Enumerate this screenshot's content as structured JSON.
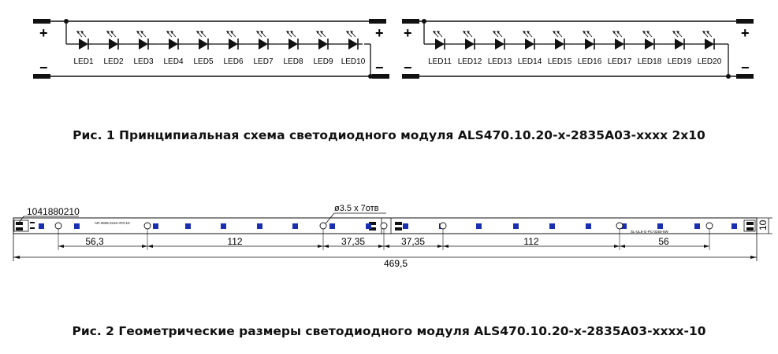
{
  "schematic": {
    "plus": "+",
    "minus": "−",
    "leds": [
      "LED1",
      "LED2",
      "LED3",
      "LED4",
      "LED5",
      "LED6",
      "LED7",
      "LED8",
      "LED9",
      "LED10",
      "LED11",
      "LED12",
      "LED13",
      "LED14",
      "LED15",
      "LED16",
      "LED17",
      "LED18",
      "LED19",
      "LED20"
    ]
  },
  "caption1": "Рис. 1 Принципиальная схема светодиодного модуля ALS470.10.20-x-2835A03-xxxx 2x10",
  "drawing": {
    "part_number": "1041880210",
    "hole_note": "ø3.5   x 7отв",
    "dims": [
      "56,3",
      "112",
      "37,35",
      "37,35",
      "112",
      "56"
    ],
    "overall": "469,5",
    "height": "10",
    "pcb_mark_left": "AR-2835-2x10-470-10",
    "pcb_mark_right": "SL-UL8-G-PC-0250-6W"
  },
  "caption2": "Рис. 2 Геометрические  размеры светодиодного модуля ALS470.10.20-x-2835A03-xxxx-10",
  "colors": {
    "led_pad": "#1a2fb0",
    "line": "#111111"
  }
}
